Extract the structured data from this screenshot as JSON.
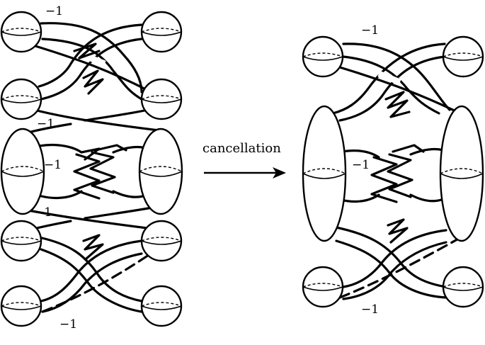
{
  "diagram": {
    "arrow_label": "cancellation",
    "left_labels": [
      "−1",
      "−1",
      "−1",
      "−1",
      "−1"
    ],
    "right_labels": [
      "−1",
      "−1",
      "−1"
    ]
  }
}
